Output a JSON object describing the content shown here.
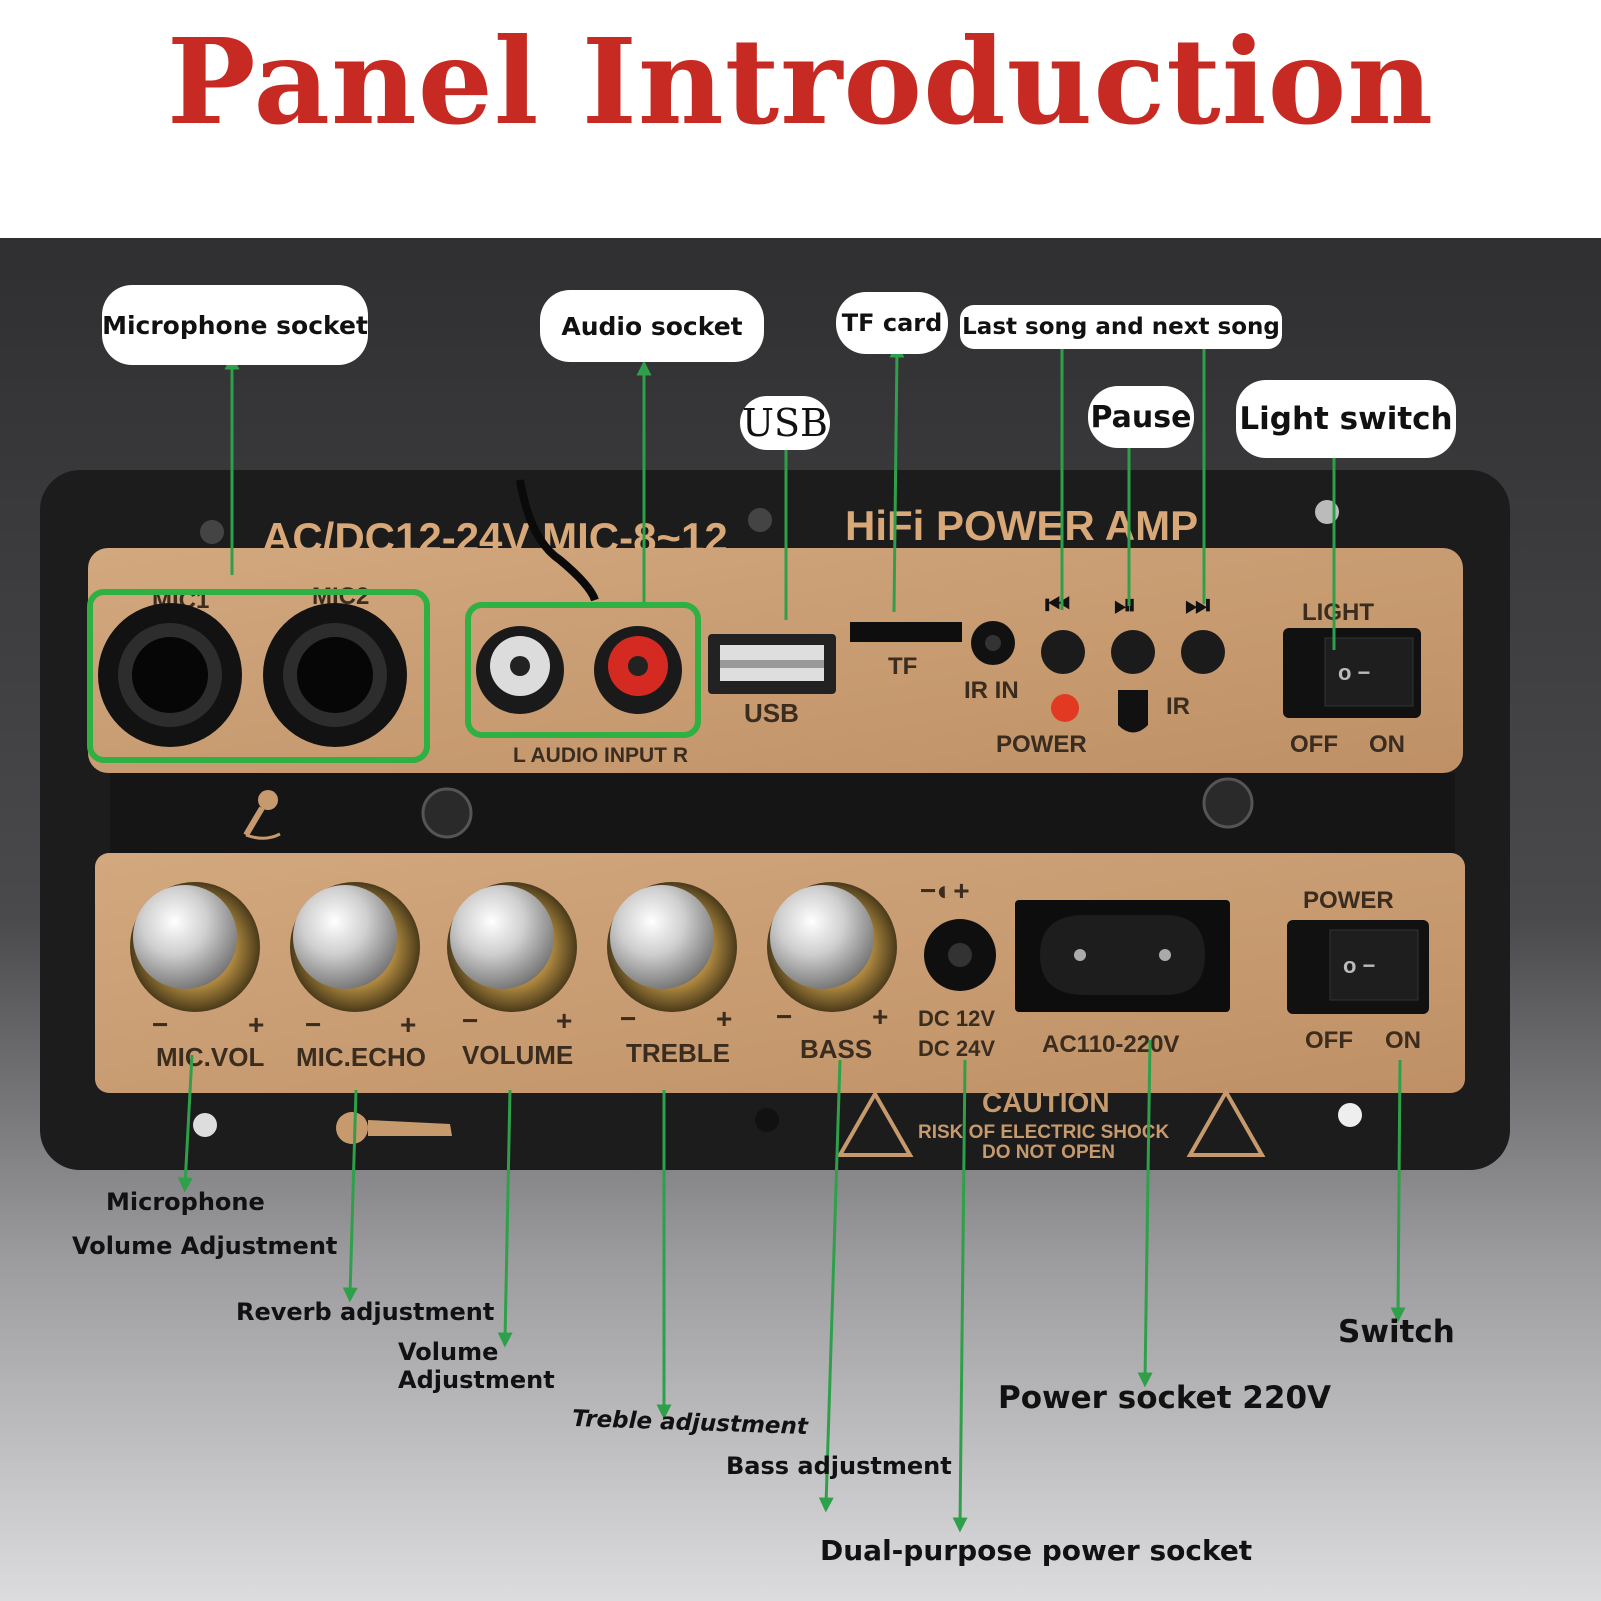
{
  "title": "Panel Introduction",
  "colors": {
    "title_red": "#c62a22",
    "arrow_green": "#2fa04a",
    "panel_copper": "#c79a6e",
    "panel_black": "#1c1c1c",
    "background_dark": "#3a3a3c"
  },
  "callouts_top": {
    "microphone_socket": "Microphone socket",
    "audio_socket": "Audio socket",
    "tf_card": "TF card",
    "last_next_song": "Last song and next song",
    "usb": "USB",
    "pause": "Pause",
    "light_switch": "Light switch"
  },
  "panel": {
    "header_left": "AC/DC12-24V MIC-8~12",
    "header_right": "HiFi POWER AMP",
    "mic1": "MIC1",
    "mic2": "MIC2",
    "audio_input": "L AUDIO INPUT R",
    "usb": "USB",
    "tf": "TF",
    "ir_in": "IR IN",
    "ir": "IR",
    "power_led": "POWER",
    "light": "LIGHT",
    "off": "OFF",
    "on": "ON",
    "power": "POWER",
    "knobs": [
      "MIC.VOL",
      "MIC.ECHO",
      "VOLUME",
      "TREBLE",
      "BASS"
    ],
    "minus": "−",
    "plus": "+",
    "dc_polarity": "−◐+",
    "dc_12v": "DC 12V",
    "dc_24v": "DC 24V",
    "ac_label": "AC110-220V",
    "caution": "CAUTION",
    "caution_line1": "RISK OF ELECTRIC SHOCK",
    "caution_line2": "DO NOT OPEN",
    "transport_icons": [
      "previous-track-icon",
      "play-pause-icon",
      "next-track-icon"
    ]
  },
  "callouts_bottom": {
    "mic_volume_1": "Microphone",
    "mic_volume_2": "Volume Adjustment",
    "reverb": "Reverb adjustment",
    "volume_1": "Volume",
    "volume_2": "Adjustment",
    "treble": "Treble adjustment",
    "bass": "Bass adjustment",
    "dual_power": "Dual-purpose power socket",
    "power_socket": "Power socket 220V",
    "switch": "Switch"
  }
}
